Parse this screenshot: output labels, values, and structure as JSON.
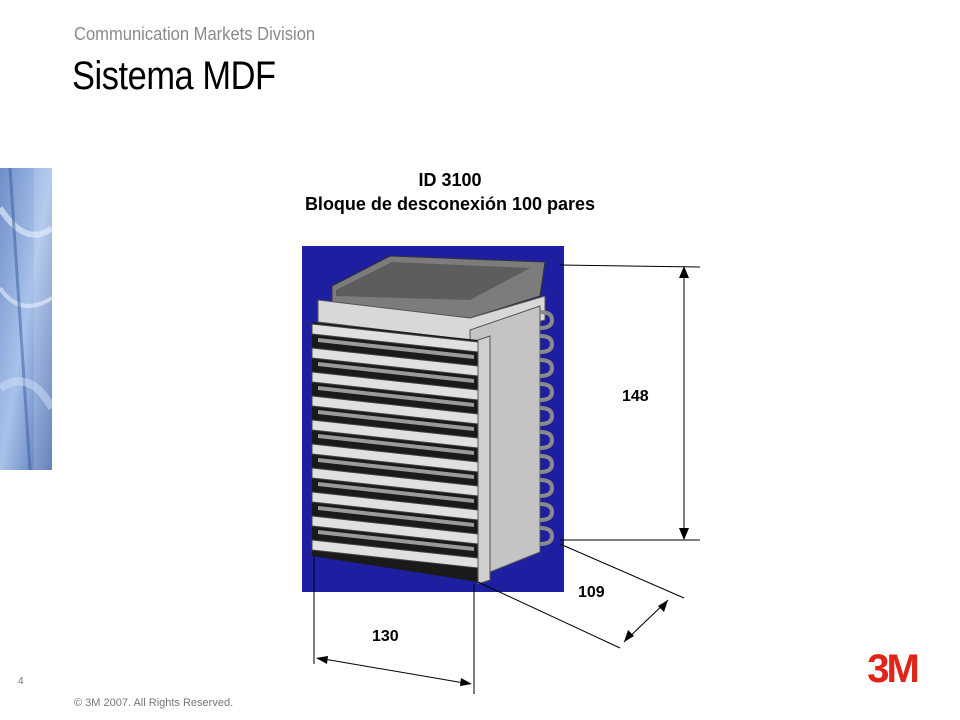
{
  "header": {
    "division": "Communication Markets Division",
    "title": "Sistema MDF"
  },
  "figure": {
    "heading_line1": "ID 3100",
    "heading_line2": "Bloque de desconexión 100 pares",
    "dimensions": {
      "height": "148",
      "depth": "109",
      "width": "130"
    },
    "background_color": "#1e1ea0"
  },
  "footer": {
    "page_number": "4",
    "copyright": "© 3M 2007.  All Rights Reserved.",
    "logo_color": "#e2231a"
  }
}
